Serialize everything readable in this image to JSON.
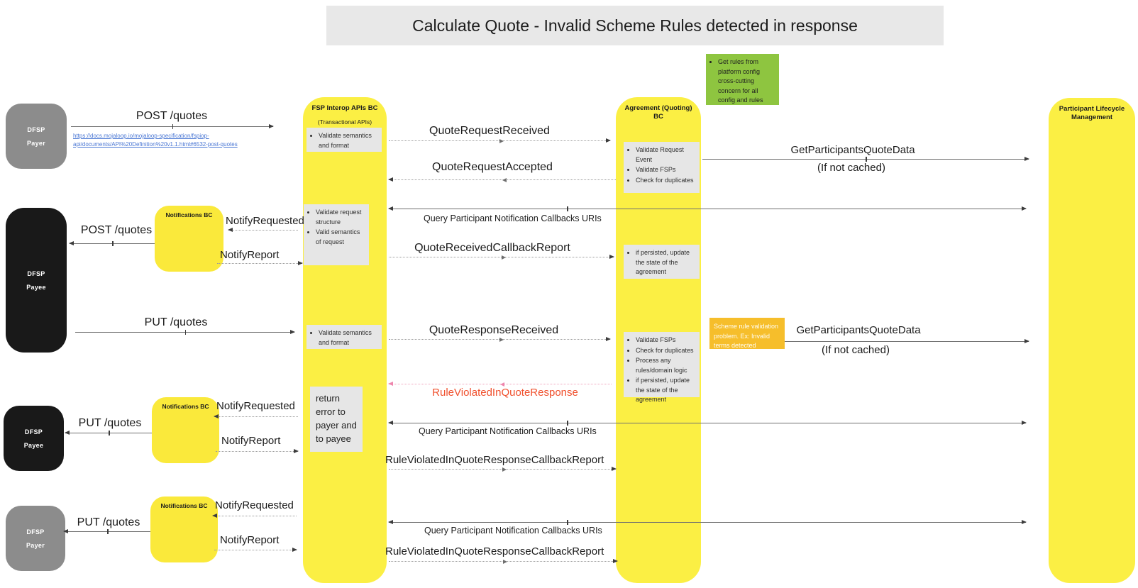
{
  "header": {
    "title": "Calculate Quote - Invalid Scheme Rules detected in response"
  },
  "lanes": {
    "fsp": {
      "title": "FSP Interop APIs BC",
      "subtitle": "(Transactional APIs)"
    },
    "agreement": {
      "title": "Agreement (Quoting) BC"
    },
    "plm": {
      "title": "Participant Lifecycle Management"
    }
  },
  "actors": {
    "payer_top": {
      "line1": "DFSP",
      "line2": "Payer"
    },
    "payee_main": {
      "line1": "DFSP",
      "line2": "Payee"
    },
    "payee_small": {
      "line1": "DFSP",
      "line2": "Payee"
    },
    "payer_bottom": {
      "line1": "DFSP",
      "line2": "Payer"
    }
  },
  "notifications": {
    "label": "Notifications BC"
  },
  "notes": {
    "green": {
      "items": [
        "Get rules from platform config cross-cutting concern for all config and rules"
      ]
    },
    "fsp_validate_1": {
      "items": [
        "Validate semantics and format"
      ]
    },
    "fsp_validate_request": {
      "items": [
        "Validate request structure",
        "Valid semantics of request"
      ]
    },
    "fsp_validate_2": {
      "items": [
        "Validate semantics and format"
      ]
    },
    "fsp_return_error": {
      "text": "return error to payer and to payee"
    },
    "agreement_validate_request": {
      "items": [
        "Validate Request Event",
        "Validate FSPs",
        "Check for duplicates"
      ]
    },
    "agreement_persist": {
      "items": [
        "if persisted, update the state of the agreement"
      ]
    },
    "agreement_validate_response": {
      "items": [
        "Validate FSPs",
        "Check for duplicates",
        "Process any rules/domain logic",
        "if persisted, update the state of the agreement"
      ]
    },
    "orange_scheme_rule": {
      "text": "Scheme rule validation problem. Ex: Invalid terms detected"
    }
  },
  "messages": {
    "post_quotes": "POST /quotes",
    "put_quotes": "PUT /quotes",
    "spec_link": "https://docs.mojaloop.io/mojaloop-specification/fspiop-api/documents/API%20Definition%20v1.1.html#6532-post-quotes",
    "quote_request_received": "QuoteRequestReceived",
    "quote_request_accepted": "QuoteRequestAccepted",
    "get_participants_quote_data": "GetParticipantsQuoteData",
    "if_not_cached": "(If not cached)",
    "notify_requested": "NotifyRequested",
    "notify_report": "NotifyReport",
    "query_callbacks": "Query Participant Notification Callbacks URIs",
    "quote_received_callback_report": "QuoteReceivedCallbackReport",
    "quote_response_received": "QuoteResponseReceived",
    "rule_violated": "RuleViolatedInQuoteResponse",
    "rule_violated_callback_report": "RuleViolatedInQuoteResponseCallbackReport"
  },
  "colors": {
    "lane_yellow": "#FBEF44",
    "notification_yellow": "#FAE93B",
    "note_gray": "#E6E6E6",
    "note_green": "#8EC540",
    "note_orange": "#F6BE2B",
    "actor_gray": "#8C8C8C",
    "actor_black": "#191919",
    "error_red": "#F0502D",
    "link_blue": "#4A77D4"
  }
}
